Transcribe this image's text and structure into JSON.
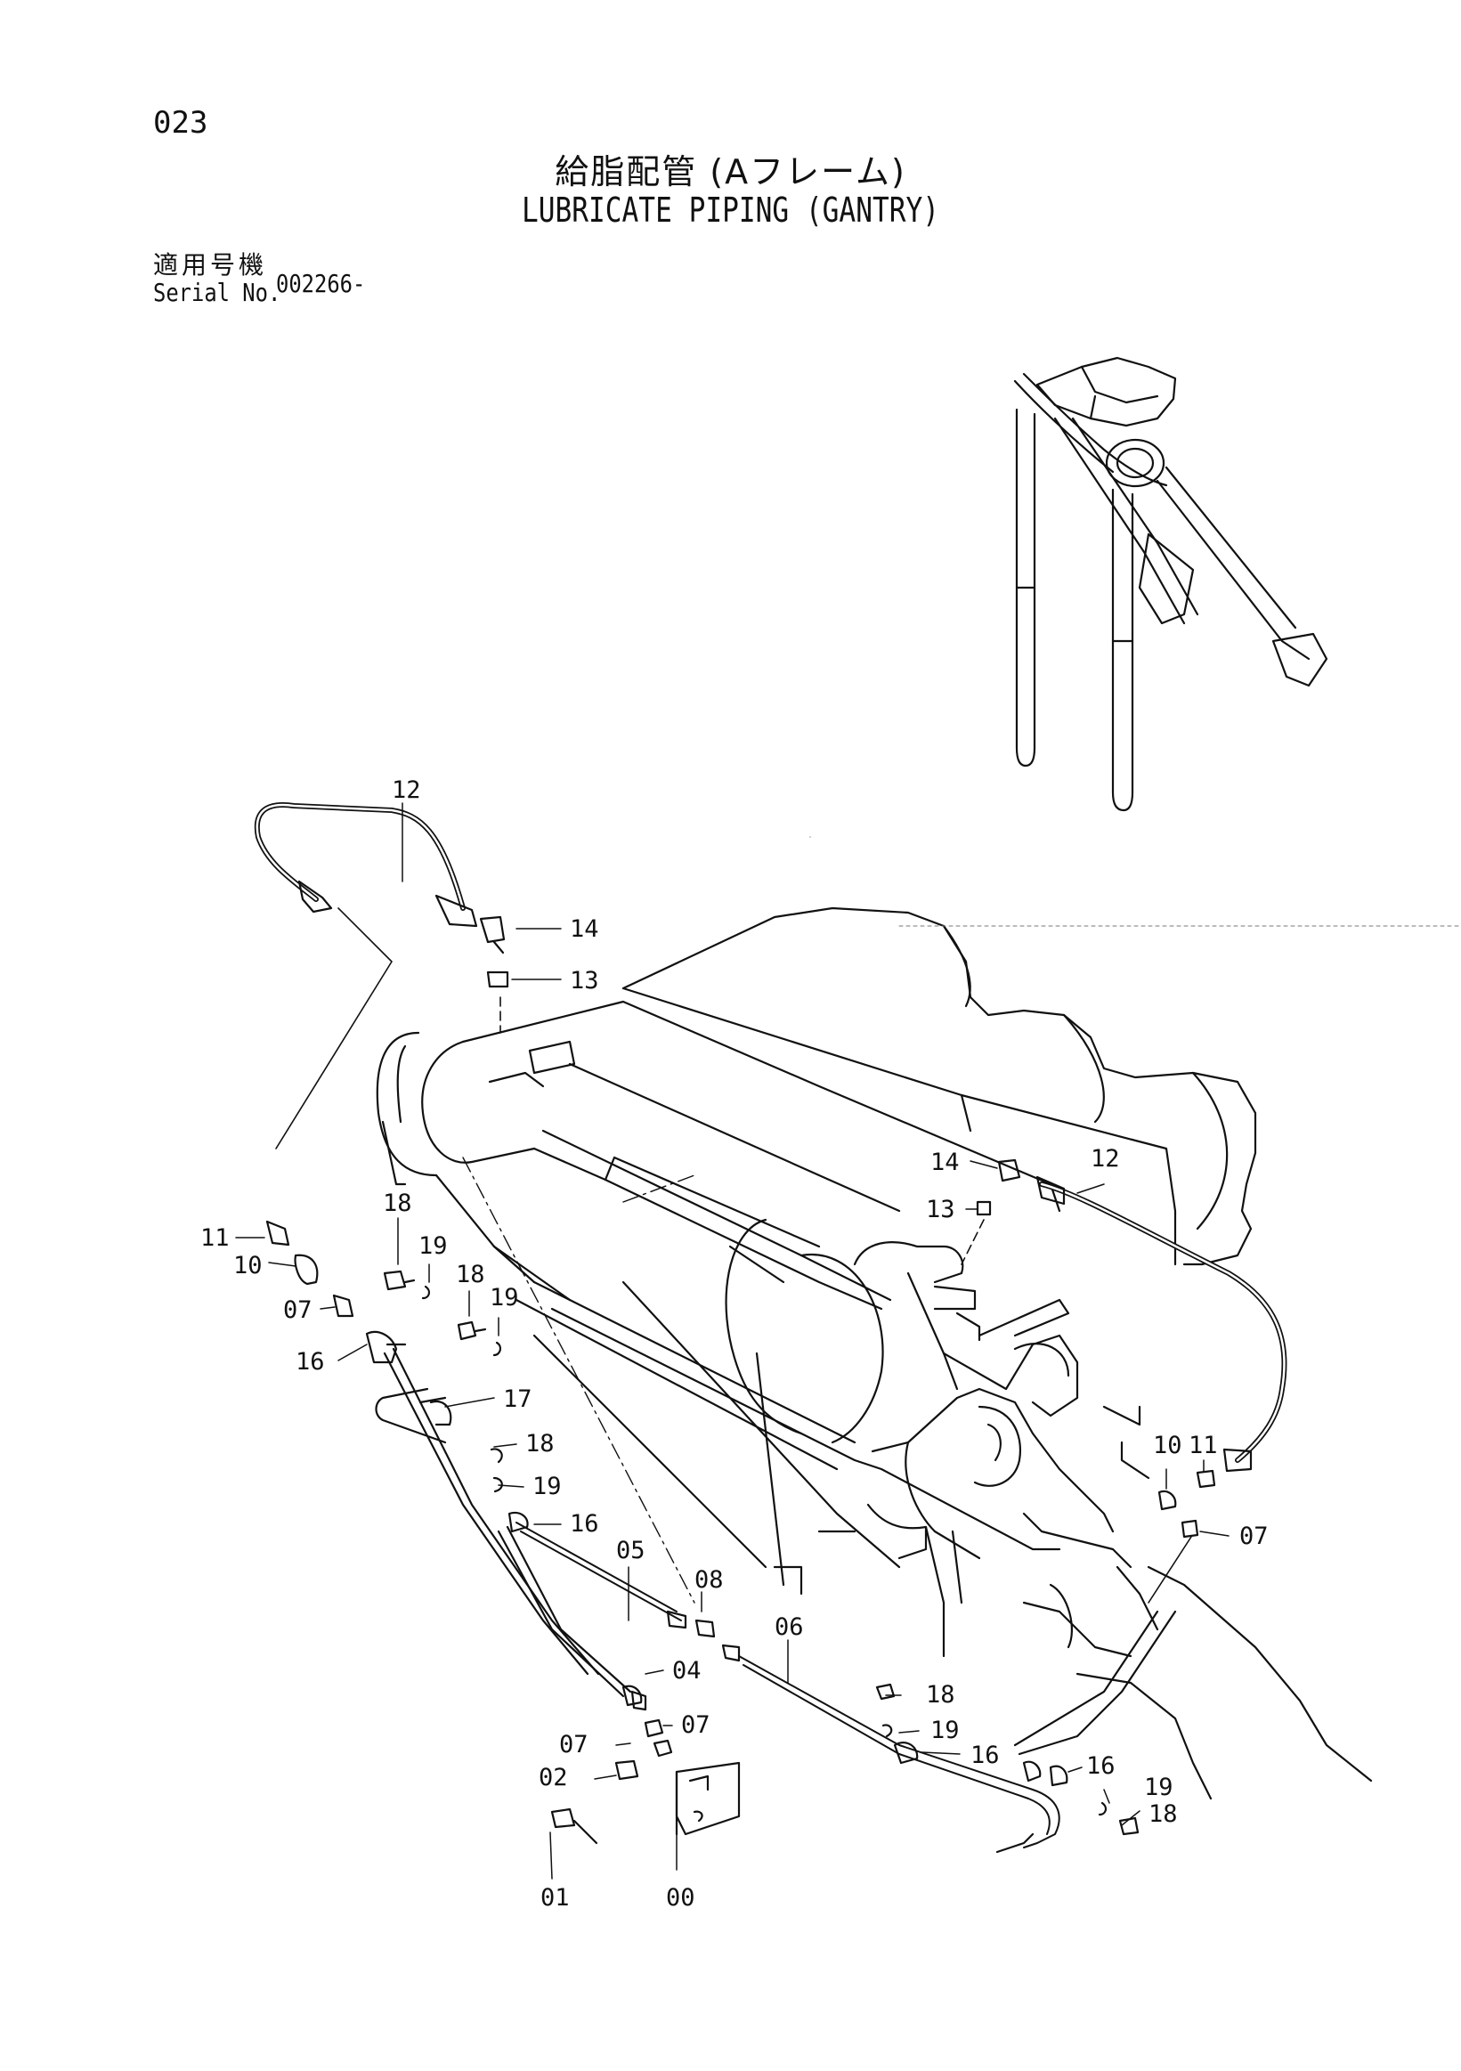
{
  "header": {
    "page_number": "023",
    "title_jp": "給脂配管 (Aフレーム)",
    "title_en": "LUBRICATE PIPING (GANTRY)",
    "serial_label_jp": "適用号機",
    "serial_label_en": "Serial No.",
    "serial_value": "002266-"
  },
  "callouts": [
    {
      "id": "c12a",
      "text": "12"
    },
    {
      "id": "c14a",
      "text": "14"
    },
    {
      "id": "c13a",
      "text": "13"
    },
    {
      "id": "c11a",
      "text": "11"
    },
    {
      "id": "c10a",
      "text": "10"
    },
    {
      "id": "c07a",
      "text": "07"
    },
    {
      "id": "c16a",
      "text": "16"
    },
    {
      "id": "c18a",
      "text": "18"
    },
    {
      "id": "c19a",
      "text": "19"
    },
    {
      "id": "c18b",
      "text": "18"
    },
    {
      "id": "c19b",
      "text": "19"
    },
    {
      "id": "c17",
      "text": "17"
    },
    {
      "id": "c18c",
      "text": "18"
    },
    {
      "id": "c19c",
      "text": "19"
    },
    {
      "id": "c16b",
      "text": "16"
    },
    {
      "id": "c05",
      "text": "05"
    },
    {
      "id": "c08",
      "text": "08"
    },
    {
      "id": "c06",
      "text": "06"
    },
    {
      "id": "c04",
      "text": "04"
    },
    {
      "id": "c07b",
      "text": "07"
    },
    {
      "id": "c07c",
      "text": "07"
    },
    {
      "id": "c02",
      "text": "02"
    },
    {
      "id": "c01",
      "text": "01"
    },
    {
      "id": "c00",
      "text": "00"
    },
    {
      "id": "c18d",
      "text": "18"
    },
    {
      "id": "c19d",
      "text": "19"
    },
    {
      "id": "c16c",
      "text": "16"
    },
    {
      "id": "c16d",
      "text": "16"
    },
    {
      "id": "c19e",
      "text": "19"
    },
    {
      "id": "c18e",
      "text": "18"
    },
    {
      "id": "c14b",
      "text": "14"
    },
    {
      "id": "c13b",
      "text": "13"
    },
    {
      "id": "c12b",
      "text": "12"
    },
    {
      "id": "c10b",
      "text": "10"
    },
    {
      "id": "c11b",
      "text": "11"
    },
    {
      "id": "c07d",
      "text": "07"
    }
  ]
}
